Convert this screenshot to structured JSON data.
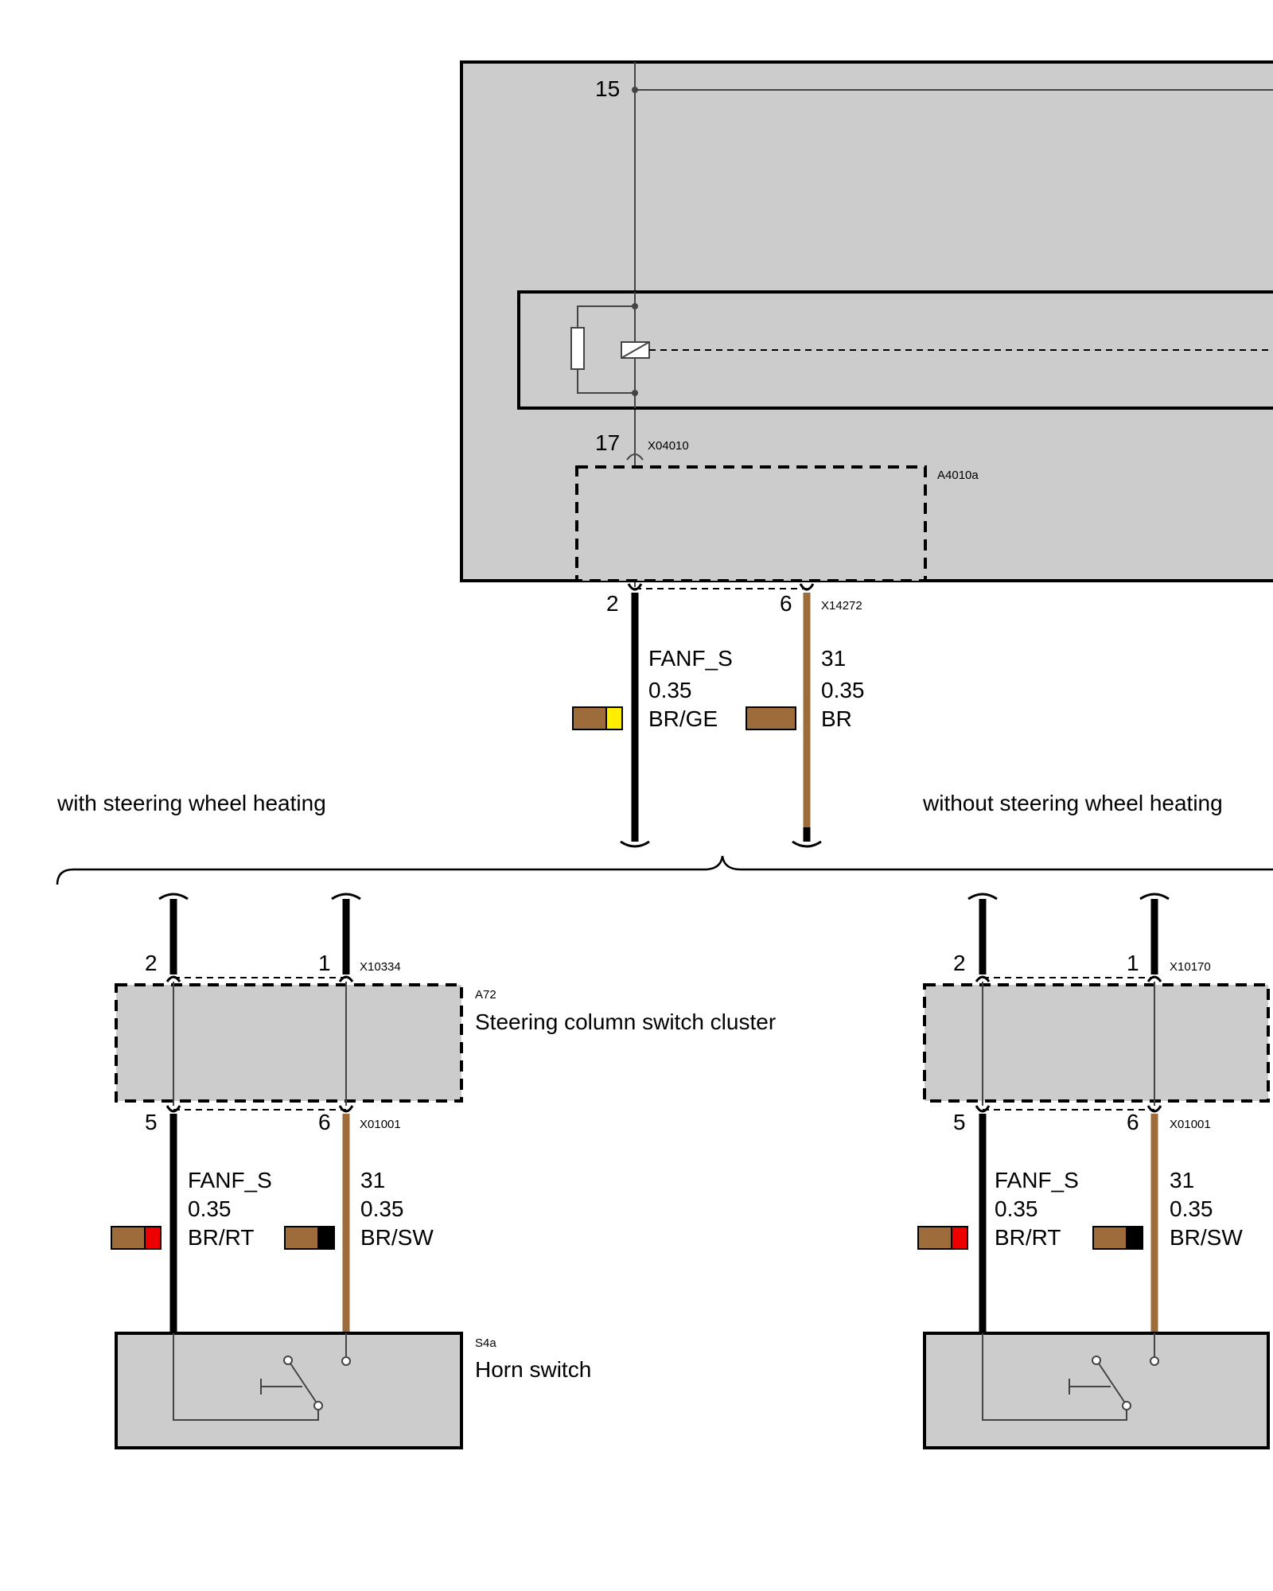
{
  "top_module": {
    "pin_15": "15",
    "pin_17": "17",
    "connector_x04010": "X04010",
    "sub_component": "A4010a",
    "pin_2": "2",
    "pin_6": "6",
    "connector_x14272": "X14272",
    "wire_left": {
      "signal": "FANF_S",
      "gauge": "0.35",
      "color": "BR/GE"
    },
    "wire_right": {
      "signal": "31",
      "gauge": "0.35",
      "color": "BR"
    }
  },
  "variants": {
    "with_label": "with steering wheel heating",
    "without_label": "without steering wheel heating"
  },
  "left_cluster": {
    "pin_top_2": "2",
    "pin_top_1": "1",
    "connector_top": "X10334",
    "component_id": "A72",
    "component_name": "Steering column switch cluster",
    "pin_bottom_5": "5",
    "pin_bottom_6": "6",
    "connector_bottom": "X01001",
    "wire_left": {
      "signal": "FANF_S",
      "gauge": "0.35",
      "color": "BR/RT"
    },
    "wire_right": {
      "signal": "31",
      "gauge": "0.35",
      "color": "BR/SW"
    },
    "horn_id": "S4a",
    "horn_name": "Horn switch"
  },
  "right_cluster": {
    "pin_top_2": "2",
    "pin_top_1": "1",
    "connector_top": "X10170",
    "pin_bottom_5": "5",
    "pin_bottom_6": "6",
    "connector_bottom": "X01001",
    "wire_left": {
      "signal": "FANF_S",
      "gauge": "0.35",
      "color": "BR/RT"
    },
    "wire_right": {
      "signal": "31",
      "gauge": "0.35",
      "color": "BR/SW"
    }
  },
  "colors": {
    "brown": "#9e6b3a",
    "yellow": "#ffee00",
    "red": "#ee0000",
    "black": "#000000",
    "box_fill": "#cccccc"
  }
}
